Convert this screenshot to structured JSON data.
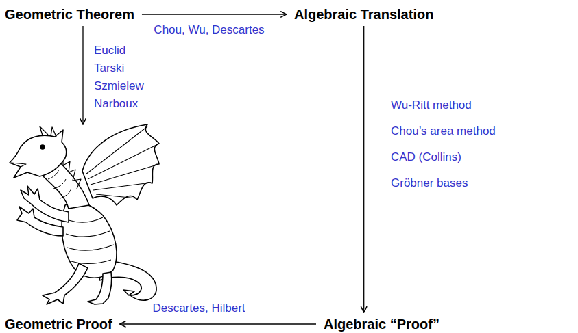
{
  "diagram": {
    "nodes": [
      {
        "text": [
          "Geometric Theorem"
        ]
      },
      {
        "text": [
          "Algebraic Translation"
        ]
      },
      {
        "text": [
          "Geometric Proof"
        ]
      },
      {
        "text": [
          "Algebraic “Proof”"
        ]
      }
    ],
    "edges": [
      {
        "from": 0,
        "to": 1,
        "label": "Chou, Wu, Descartes",
        "arrow": "to"
      },
      {
        "from": 1,
        "to": 3,
        "arrow": "to"
      },
      {
        "from": 3,
        "to": 2,
        "label": "Descartes, Hilbert",
        "arrow": "to"
      }
    ],
    "labels": [
      "Euclid",
      "Tarski",
      "Szmielew",
      "Narboux",
      "Wu-Ritt method",
      "Chou’s area method",
      "CAD (Collins)",
      "Gröbner bases"
    ]
  }
}
